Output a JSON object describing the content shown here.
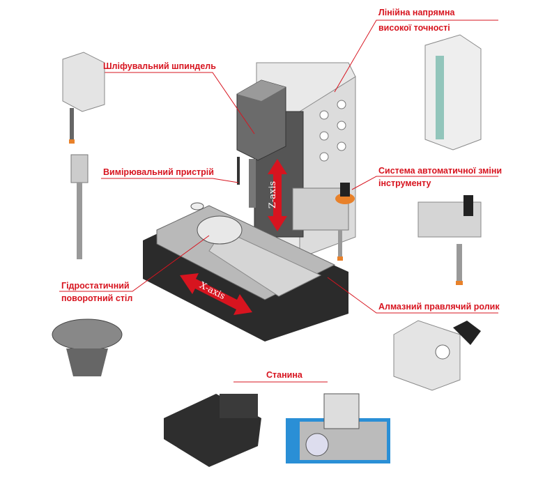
{
  "labels": {
    "linear_guide_line1": "Лінійна напрямна",
    "linear_guide_line2": "високої точності",
    "grinding_spindle": "Шліфувальний шпиндель",
    "measuring_device": "Вимірювальний пристрій",
    "atc_line1": "Система автоматичної зміни",
    "atc_line2": "інструменту",
    "rotary_table_line1": "Гідростатичний",
    "rotary_table_line2": "поворотний стіл",
    "diamond_roller": "Алмазний правлячий ролик",
    "bed": "Станина"
  },
  "axes": {
    "z": "Z-axis",
    "x": "X-axis"
  },
  "colors": {
    "accent": "#d7141f",
    "machine_dark": "#2b2b2b",
    "machine_light": "#e6e6e6",
    "orange": "#e8812a",
    "blue": "#2a8fd6"
  }
}
